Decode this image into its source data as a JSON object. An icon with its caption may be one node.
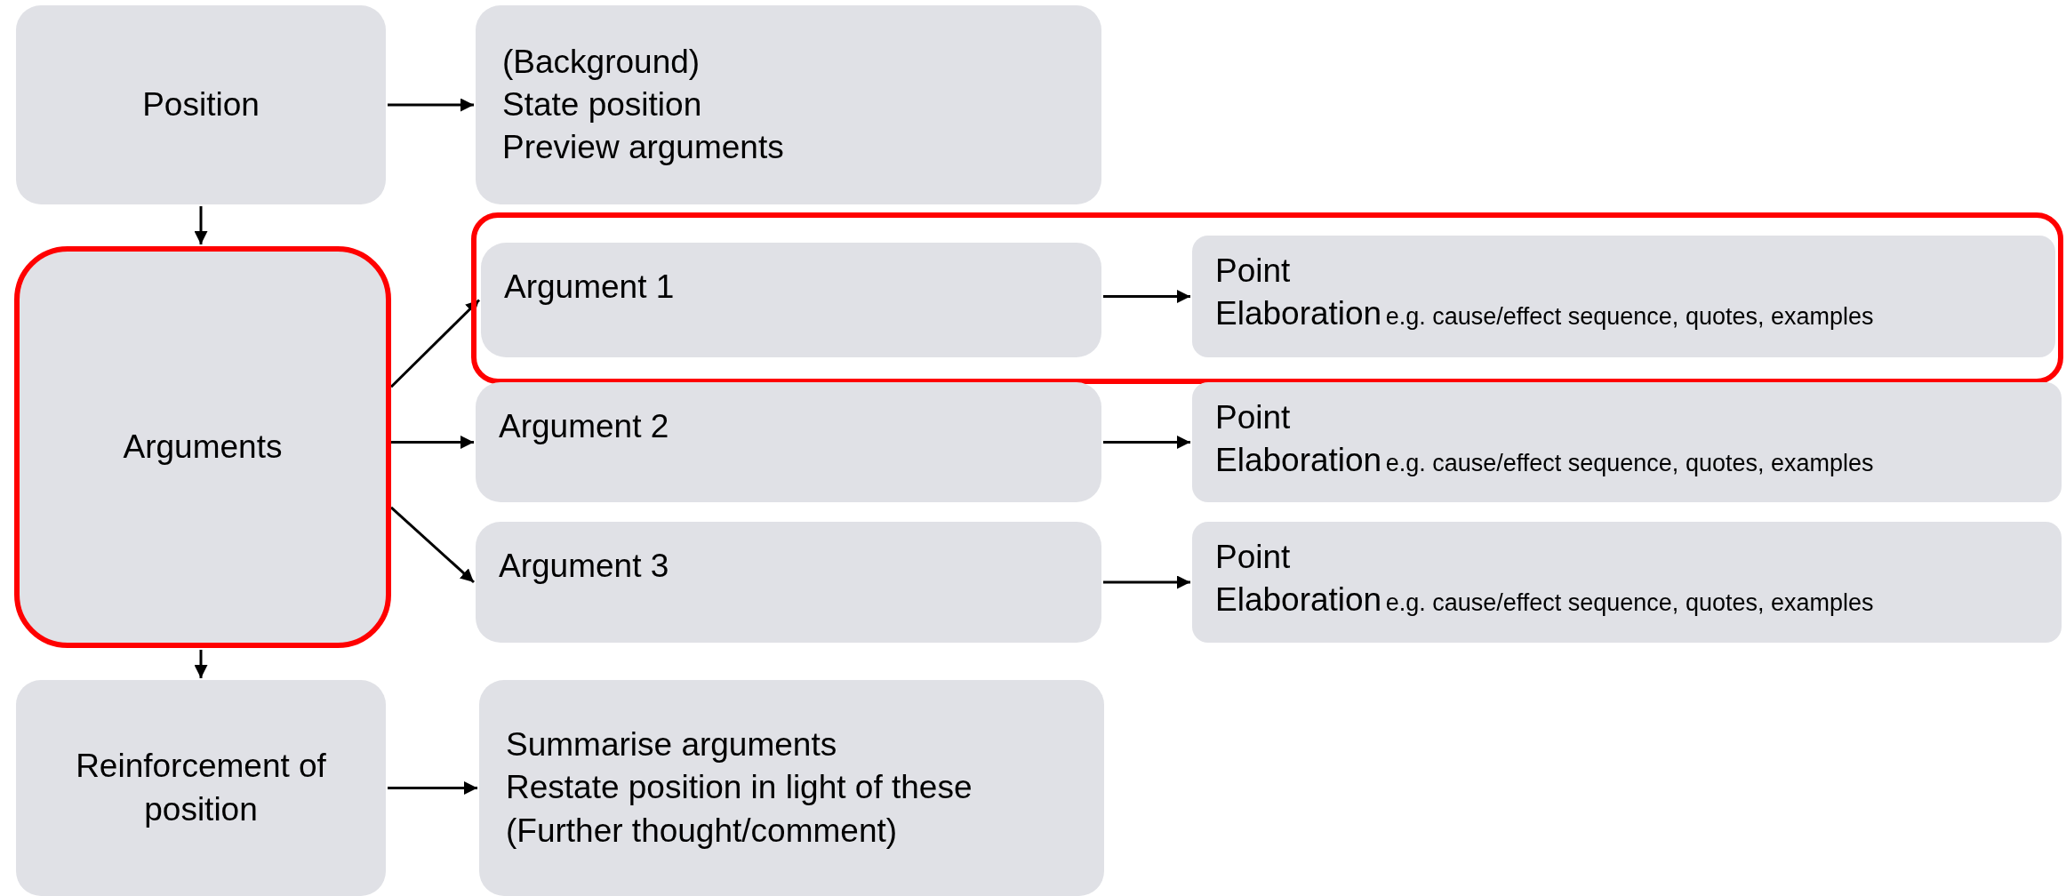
{
  "diagram": {
    "nodes": [
      {
        "text": [
          "Position"
        ]
      },
      {
        "text": [
          "(Background)",
          "State position",
          "Preview arguments"
        ]
      },
      {
        "text": [
          "Arguments"
        ]
      },
      {
        "text": [],
        "shape": "box"
      },
      {
        "text": [
          "Argument 1"
        ],
        "in": 3
      },
      {
        "text": [
          "Point",
          "Elaboration",
          "e.g. cause/effect sequence, quotes, examples"
        ],
        "in": 3
      },
      {
        "text": [
          "Argument 2"
        ]
      },
      {
        "text": [
          "Point",
          "Elaboration",
          "e.g. cause/effect sequence, quotes, examples"
        ]
      },
      {
        "text": [
          "Argument 3"
        ]
      },
      {
        "text": [
          "Point",
          "Elaboration",
          "e.g. cause/effect sequence, quotes, examples"
        ]
      },
      {
        "text": [
          "Reinforcement of position"
        ]
      },
      {
        "text": [
          "Summarise arguments",
          "Restate position in light of these",
          "(Further thought/comment)"
        ]
      }
    ],
    "edges": [
      {
        "from": 0,
        "to": 1,
        "arrow": "to"
      },
      {
        "from": 0,
        "to": 2,
        "arrow": "to"
      },
      {
        "from": 2,
        "to": 4,
        "arrow": "to"
      },
      {
        "from": 2,
        "to": 6,
        "arrow": "to"
      },
      {
        "from": 2,
        "to": 8,
        "arrow": "to"
      },
      {
        "from": 4,
        "to": 5,
        "arrow": "to"
      },
      {
        "from": 6,
        "to": 7,
        "arrow": "to"
      },
      {
        "from": 8,
        "to": 9,
        "arrow": "to"
      },
      {
        "from": 2,
        "to": 10,
        "arrow": "to"
      },
      {
        "from": 10,
        "to": 11,
        "arrow": "to"
      }
    ]
  }
}
